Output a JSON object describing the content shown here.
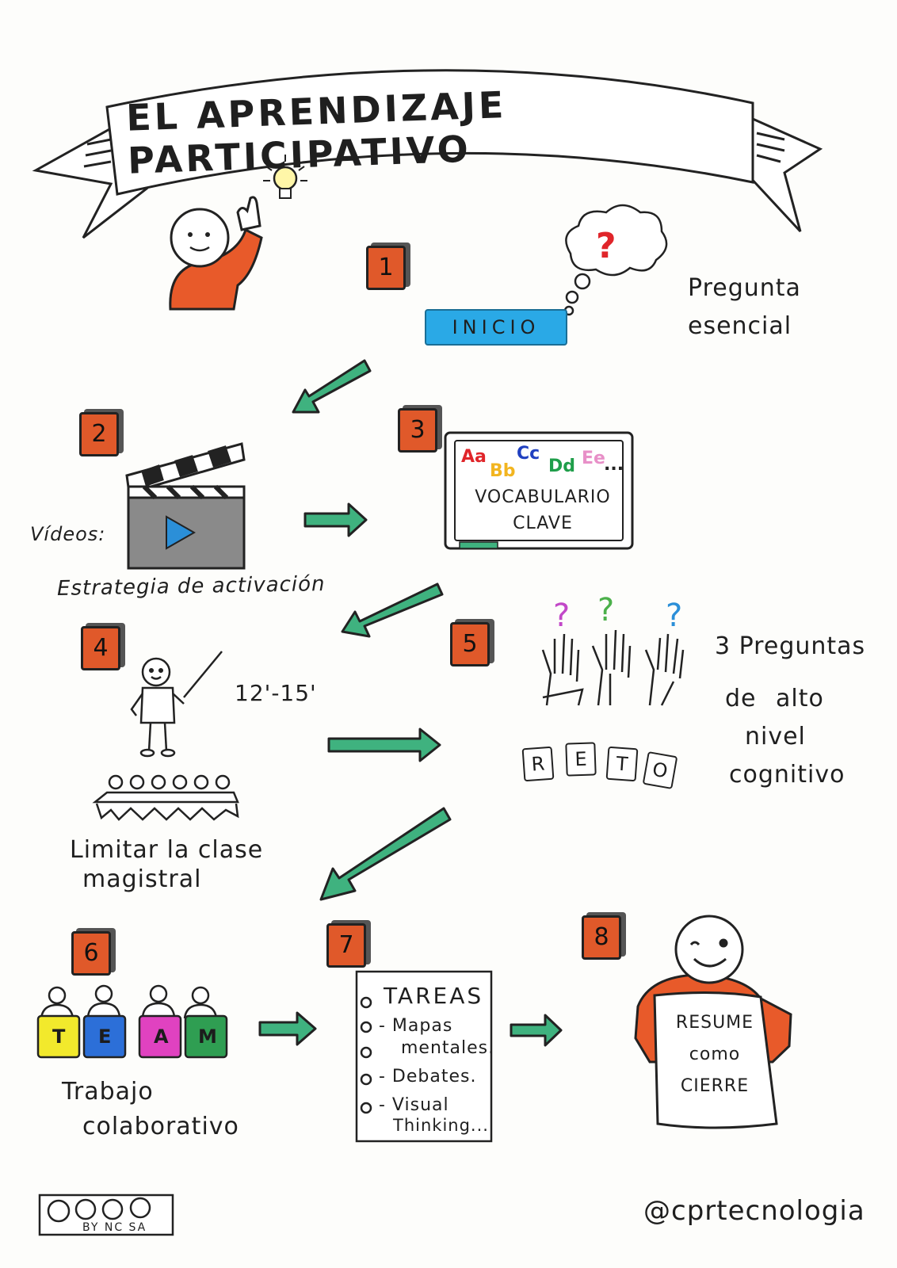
{
  "title": "EL APRENDIZAJE PARTICIPATIVO",
  "steps": [
    {
      "number": "1",
      "label": "INICIO",
      "note": "Pregunta esencial",
      "icon": "question-cloud-icon"
    },
    {
      "number": "2",
      "prefix": "Vídeos:",
      "label": "Estrategia de activación",
      "icon": "clapperboard-icon"
    },
    {
      "number": "3",
      "board_letters": [
        "Aa",
        "Bb",
        "Cc",
        "Dd",
        "Ee",
        "..."
      ],
      "label_line1": "VOCABULARIO",
      "label_line2": "CLAVE",
      "icon": "whiteboard-icon"
    },
    {
      "number": "4",
      "time": "12'-15'",
      "label_line1": "Limitar la clase",
      "label_line2": "magistral",
      "icon": "teacher-icon"
    },
    {
      "number": "5",
      "tiles": [
        "R",
        "E",
        "T",
        "O"
      ],
      "note_lines": [
        "3 Preguntas",
        "de alto",
        "nivel",
        "cognitivo"
      ],
      "icon": "raised-hands-icon"
    },
    {
      "number": "6",
      "puzzle_letters": [
        "T",
        "E",
        "A",
        "M"
      ],
      "label_line1": "Trabajo",
      "label_line2": "colaborativo",
      "icon": "puzzle-team-icon"
    },
    {
      "number": "7",
      "list_title": "TAREAS",
      "items": [
        "- Mapas",
        "mentales.",
        "- Debates.",
        "- Visual",
        "Thinking..."
      ],
      "icon": "checklist-icon"
    },
    {
      "number": "8",
      "sign_lines": [
        "RESUME",
        "como",
        "CIERRE"
      ],
      "icon": "smiling-person-icon"
    }
  ],
  "license": {
    "label": "BY NC SA",
    "icon": "cc-license-icon"
  },
  "author": "@cprtecnologia",
  "colors": {
    "accent_orange": "#e0592a",
    "arrow_green": "#3fb27f",
    "inicio_blue": "#2aa9e6"
  }
}
